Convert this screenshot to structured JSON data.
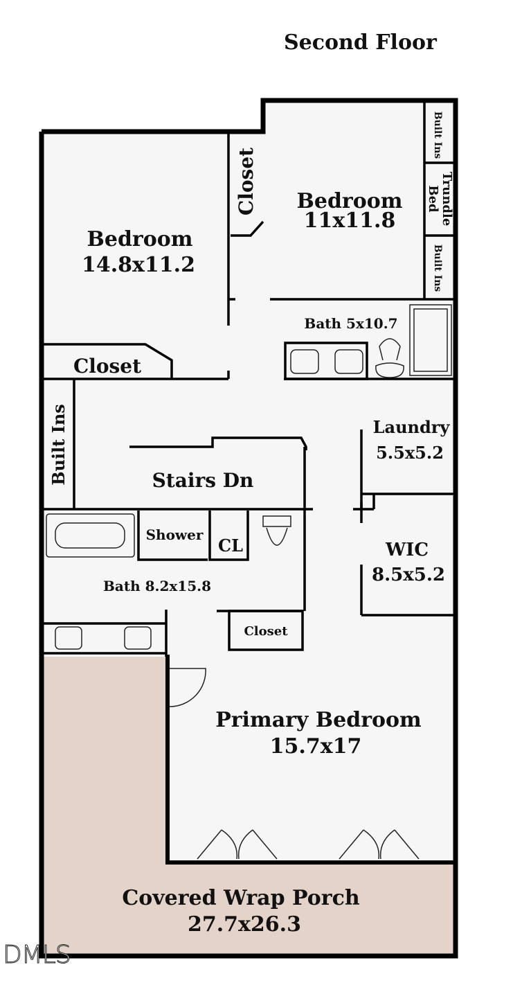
{
  "title": "Second Floor",
  "rooms": {
    "bedroom1": {
      "name": "Bedroom",
      "size": "14.8x11.2"
    },
    "bedroom2": {
      "name": "Bedroom",
      "size": "11x11.8"
    },
    "closet_top": "Closet",
    "closet_bed1": "Closet",
    "built_ins_top": "Built Ins",
    "trundle_1": "Trundle",
    "trundle_2": "Bed",
    "built_ins_mid": "Built Ins",
    "bath_small": "Bath 5x10.7",
    "built_ins_left": "Built Ins",
    "stairs": "Stairs Dn",
    "laundry": {
      "name": "Laundry",
      "size": "5.5x5.2"
    },
    "shower": "Shower",
    "cl": "CL",
    "wic": {
      "name": "WIC",
      "size": "8.5x5.2"
    },
    "bath_primary": "Bath 8.2x15.8",
    "closet_primary": "Closet",
    "primary": {
      "name": "Primary Bedroom",
      "size": "15.7x17"
    },
    "porch": {
      "name": "Covered Wrap Porch",
      "size": "27.7x26.3"
    }
  },
  "colors": {
    "floor": "#f6f6f6",
    "porch": "#e3d3c9",
    "wall": "#000000"
  },
  "watermark": "DMLS"
}
